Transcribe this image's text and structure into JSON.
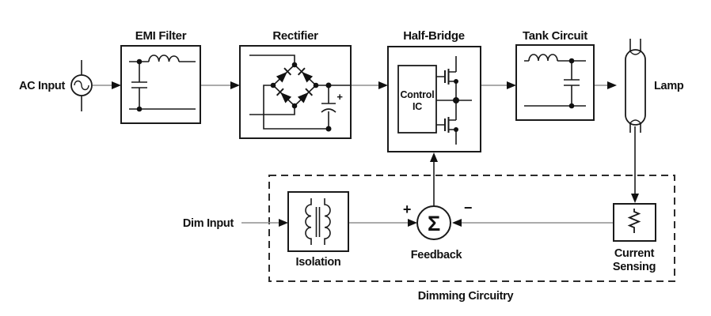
{
  "colors": {
    "background": "#ffffff",
    "outline": "#1a1a1a",
    "connector_line": "#8f8f8f",
    "arrowhead": "#111111",
    "text": "#111111"
  },
  "main_path": {
    "ac_input_label": "AC Input",
    "emi_filter_title": "EMI Filter",
    "rectifier_title": "Rectifier",
    "rectifier_cap_polarity": "+",
    "half_bridge_title": "Half-Bridge",
    "control_ic_line1": "Control",
    "control_ic_line2": "IC",
    "tank_circuit_title": "Tank Circuit",
    "lamp_label": "Lamp"
  },
  "dimming_path": {
    "dim_input_label": "Dim Input",
    "isolation_title": "Isolation",
    "feedback_label": "Feedback",
    "sum_symbol": "Σ",
    "sum_plus": "+",
    "sum_minus": "−",
    "current_sensing_line1": "Current",
    "current_sensing_line2": "Sensing",
    "boundary_label": "Dimming Circuitry"
  }
}
